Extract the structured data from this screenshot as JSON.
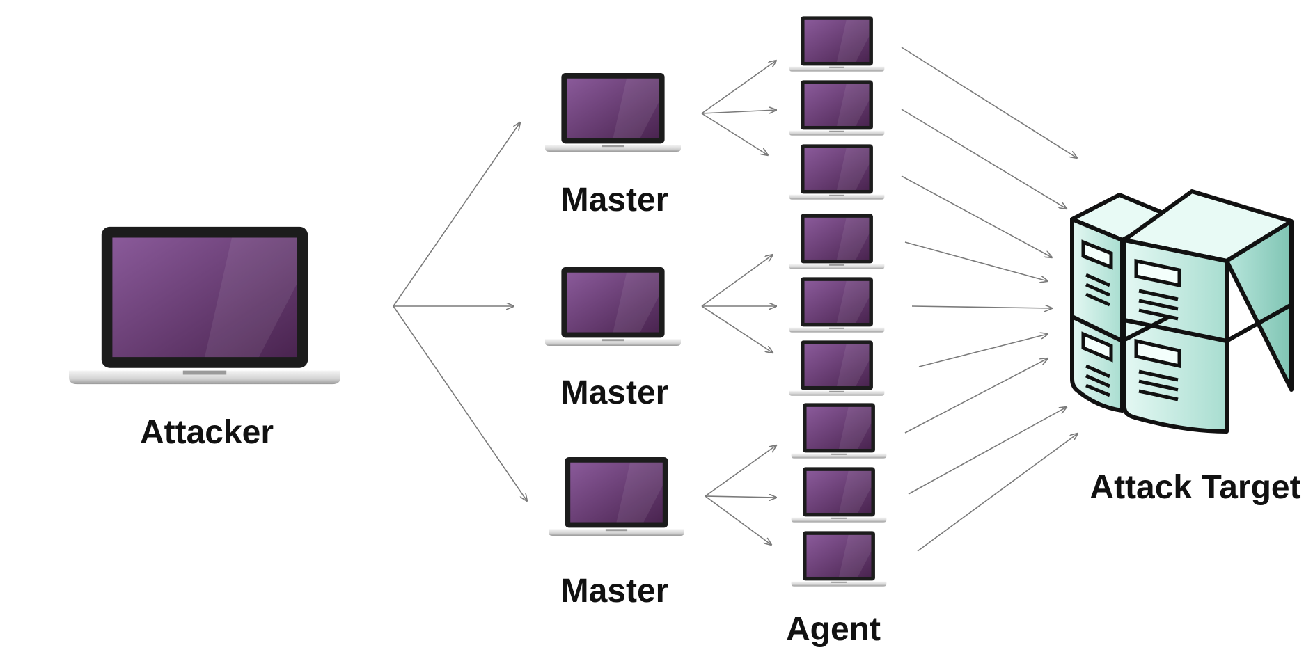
{
  "labels": {
    "attacker": "Attacker",
    "master": "Master",
    "agent": "Agent",
    "target": "Attack Target"
  },
  "colors": {
    "screen_light": "#8a5a9a",
    "screen_dark": "#4a2450",
    "bezel": "#1c1c1c",
    "server_light": "#d8f4ee",
    "server_mid": "#b2e3d8",
    "server_dark": "#86c9b9",
    "arrow": "#7a7a7a",
    "label": "#111111"
  },
  "icons": {
    "attacker": "laptop-icon",
    "master": "laptop-icon",
    "agent": "laptop-icon",
    "target": "server-icon"
  }
}
